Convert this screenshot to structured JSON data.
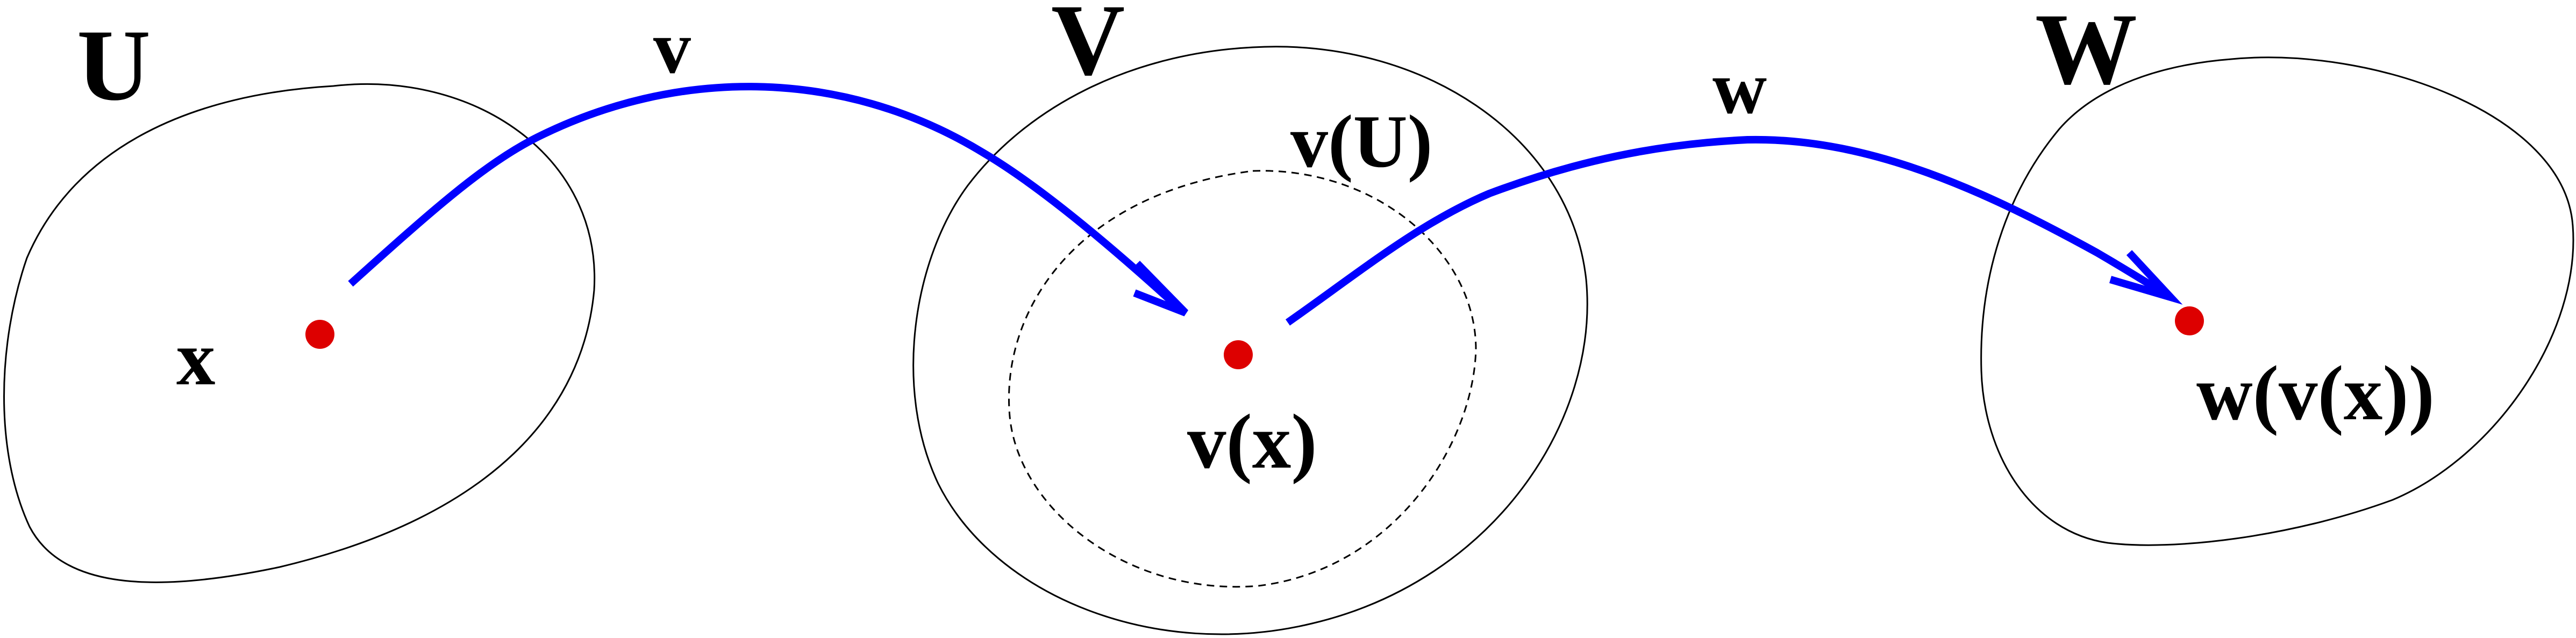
{
  "labels": {
    "set_u": "U",
    "set_v": "V",
    "set_w": "W",
    "map_v": "v",
    "map_w": "w",
    "image_v_of_u": "v(U)",
    "point_x": "x",
    "point_v_of_x": "v(x)",
    "point_w_of_v_of_x": "w(v(x))"
  },
  "colors": {
    "arrow": "#0000ff",
    "point": "#dd0000",
    "outline": "#000000"
  }
}
